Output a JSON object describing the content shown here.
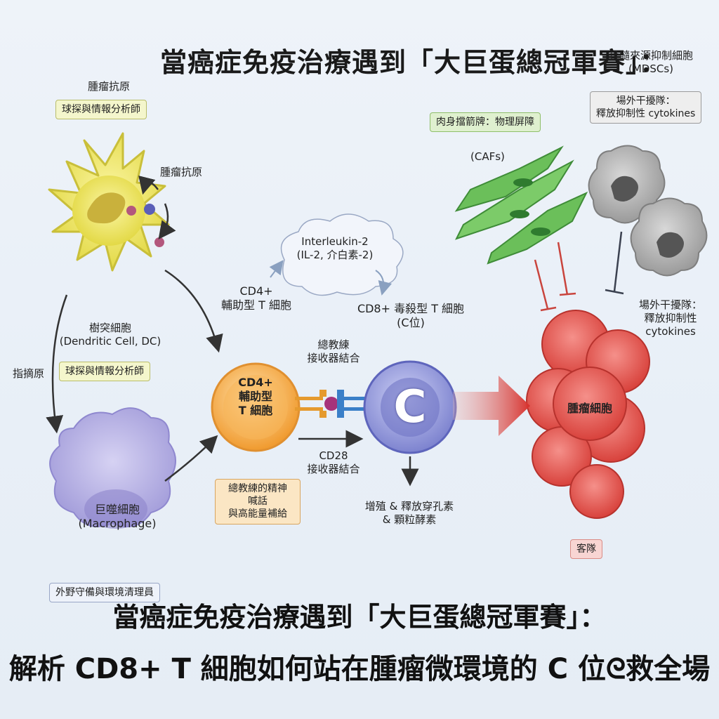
{
  "title_top": "當癌症免疫治療遇到「大巨蛋總冠軍賽」：",
  "title_bottom_line1": "當癌症免疫治療遇到「大巨蛋總冠軍賽」：",
  "title_bottom_line2": "解析 CD8+ T 細胞如何站在腫瘤微環境的 C 位ᘓ救全場",
  "tumor_antigen": {
    "header": "腫瘤抗原",
    "tag": "球探與情報分析師",
    "arrow_label": "腫瘤抗原"
  },
  "dendritic_cell": {
    "label_line1": "樹突細胞",
    "label_line2": "(Dendritic Cell, DC)",
    "tag": "球探與情報分析師"
  },
  "side_label": "指摘原",
  "macrophage": {
    "label_line1": "巨噬細胞",
    "label_line2": "(Macrophage)",
    "tag": "外野守備與環境清理員"
  },
  "cd4": {
    "top_line1": "CD4+",
    "top_line2": "輔助型 T 細胞",
    "inner_line1": "CD4+",
    "inner_line2": "輔助型",
    "inner_line3": "T 細胞",
    "tag_line1": "總教練的精神",
    "tag_line2": "喊話",
    "tag_line3": "與高能量補給"
  },
  "interleukin": {
    "line1": "Interleukin-2",
    "line2": "(IL-2, 介白素-2)"
  },
  "receptor_top": {
    "line1": "總教練",
    "line2": "接收器結合"
  },
  "receptor_bottom": {
    "line1": "CD28",
    "line2": "接收器結合"
  },
  "cd8": {
    "label_line1": "CD8+ 毒殺型 T 細胞",
    "label_line2": "(C位)",
    "letter": "C",
    "output_line1": "增殖 & 釋放穿孔素",
    "output_line2": "& 顆粒酵素"
  },
  "cafs": {
    "tag": "肉身擋箭牌：物理屏障",
    "label": "(CAFs)"
  },
  "mdscs": {
    "label_line1": "骨髓來源抑制細胞",
    "label_line2": "(MDSCs)",
    "tag_line1": "場外干擾隊：",
    "tag_line2": "釋放抑制性 cytokines"
  },
  "right_note": {
    "line1": "場外干擾隊：",
    "line2": "釋放抑制性",
    "line3": "cytokines"
  },
  "tumor": {
    "label": "腫瘤細胞",
    "tag": "客隊"
  },
  "colors": {
    "dc": "#eee86a",
    "macrophage": "#b9b4e4",
    "cd4": "#f4a945",
    "cd8": "#8f95d6",
    "caf": "#6bbf5a",
    "mdsc": "#9a9a9a",
    "tumor": "#e55a55",
    "inhibit": "#c9443d"
  }
}
